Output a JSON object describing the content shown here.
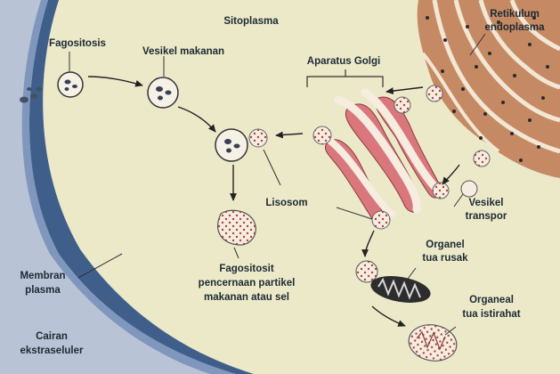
{
  "labels": {
    "sitoplasma": "Sitoplasma",
    "fagositosis": "Fagositosis",
    "vesikel_makanan": "Vesikel makanan",
    "aparatus_golgi": "Aparatus Golgi",
    "retikulum_1": "Retikulum",
    "retikulum_2": "endoplasma",
    "lisosom": "Lisosom",
    "vesikel_transpor_1": "Vesikel",
    "vesikel_transpor_2": "transpor",
    "organel_rusak_1": "Organel",
    "organel_rusak_2": "tua rusak",
    "fagositosit_1": "Fagositosit",
    "fagositosit_2": "pencernaan partikel",
    "fagositosit_3": "makanan atau sel",
    "membran_1": "Membran",
    "membran_2": "plasma",
    "organel_istirahat_1": "Organeal",
    "organel_istirahat_2": "tua istirahat",
    "cairan_1": "Cairan",
    "cairan_2": "ekstraseluler"
  },
  "colors": {
    "cytoplasm": "#ece9c9",
    "extracellular": "#b9c3d6",
    "membrane": "#3f5f8a",
    "golgi_pink": "#d9777d",
    "er_brown": "#c58a64",
    "vesicle": "#f6ecdf",
    "dots": "#a8473f"
  }
}
